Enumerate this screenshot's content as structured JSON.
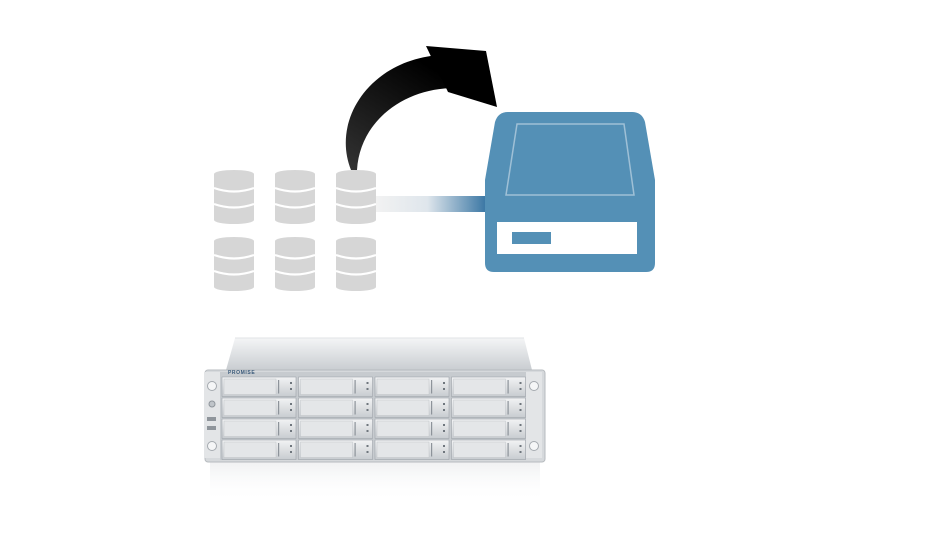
{
  "diagram": {
    "source_disks": {
      "count": 6,
      "color": "#d6d6d6",
      "label_icon": "database-stack-icon"
    },
    "arrow": {
      "color": "#111111",
      "icon": "curved-arrow-icon"
    },
    "connector": {
      "from_color": "#e6e6e6",
      "to_color": "#2f6f9f",
      "icon": "transfer-bar-icon"
    },
    "target_drive": {
      "color": "#5490b6",
      "icon": "hard-drive-icon"
    },
    "storage_array": {
      "brand": "PROMISE",
      "drive_bays": 16,
      "icon": "rack-storage-icon"
    }
  }
}
